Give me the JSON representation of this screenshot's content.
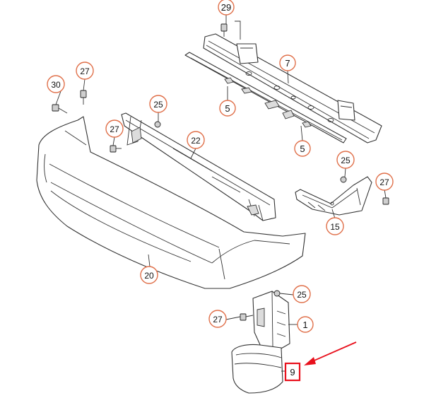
{
  "callouts": {
    "c29": "29",
    "c7": "7",
    "c5a": "5",
    "c5b": "5",
    "c30": "30",
    "c27a": "27",
    "c25a": "25",
    "c27b": "27",
    "c22": "22",
    "c25b": "25",
    "c27c": "27",
    "c15": "15",
    "c20": "20",
    "c25c": "25",
    "c27d": "27",
    "c1": "1",
    "c9": "9"
  },
  "highlight": {
    "part": "9",
    "color": "#e8101c"
  },
  "colors": {
    "callout_ring": "#e0704a",
    "lines": "#333333"
  }
}
